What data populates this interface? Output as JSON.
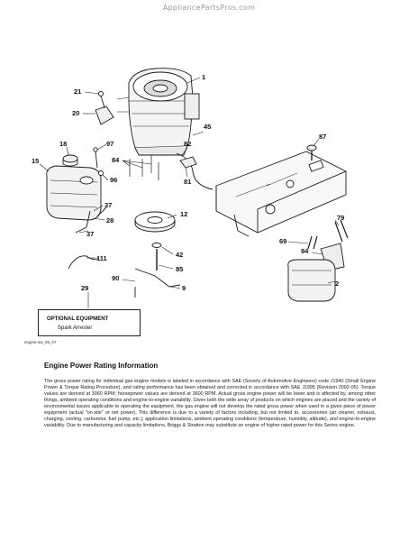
{
  "watermark": "AppliancePartsPros.com",
  "callouts": [
    {
      "id": "c1",
      "text": "1"
    },
    {
      "id": "c21",
      "text": "21"
    },
    {
      "id": "c20",
      "text": "20"
    },
    {
      "id": "c45",
      "text": "45"
    },
    {
      "id": "c97",
      "text": "97"
    },
    {
      "id": "c18",
      "text": "18"
    },
    {
      "id": "c15",
      "text": "15"
    },
    {
      "id": "c84",
      "text": "84"
    },
    {
      "id": "c82",
      "text": "82"
    },
    {
      "id": "c81",
      "text": "81"
    },
    {
      "id": "c87",
      "text": "87"
    },
    {
      "id": "c96",
      "text": "96"
    },
    {
      "id": "c37a",
      "text": "37"
    },
    {
      "id": "c28",
      "text": "28"
    },
    {
      "id": "c12",
      "text": "12"
    },
    {
      "id": "c79",
      "text": "79"
    },
    {
      "id": "c37b",
      "text": "37"
    },
    {
      "id": "c69",
      "text": "69"
    },
    {
      "id": "c94",
      "text": "94"
    },
    {
      "id": "c42",
      "text": "42"
    },
    {
      "id": "c111",
      "text": "111"
    },
    {
      "id": "c85",
      "text": "85"
    },
    {
      "id": "c90",
      "text": "90"
    },
    {
      "id": "c9",
      "text": "9"
    },
    {
      "id": "c2",
      "text": "2"
    },
    {
      "id": "c29",
      "text": "29"
    }
  ],
  "optional_box": {
    "title": "OPTIONAL EQUIPMENT",
    "item": "Spark Arrester"
  },
  "drawing_code": "engine-sw_05_07",
  "section": {
    "title": "Engine Power Rating Information",
    "text": "The gross power rating for individual gas engine models is labeled in accordance with SAE (Society of Automotive Engineers) code J1940 (Small Engine Power & Torque Rating Procedure), and rating performance has been obtained and corrected in accordance with SAE J1995 (Revision 2002-05). Torque values are derived at 3060 RPM; horsepower values are derived at 3600 RPM. Actual gross engine power will be lower and is affected by, among other things, ambient operating conditions and engine-to-engine variability. Given both the wide array of products on which engines are placed and the variety of environmental issues applicable to operating the equipment, the gas engine will not develop the rated gross power when used in a given piece of power equipment (actual \"on-site\" or net power). This difference is due to a variety of factors including, but not limited to, accessories (air cleaner, exhaust, charging, cooling, carburetor, fuel pump, etc.), application limitations, ambient operating conditions (temperature, humidity, altitude), and engine-to-engine variability. Due to manufacturing and capacity limitations, Briggs & Stratton may substitute an engine of higher rated power for this Series engine."
  }
}
